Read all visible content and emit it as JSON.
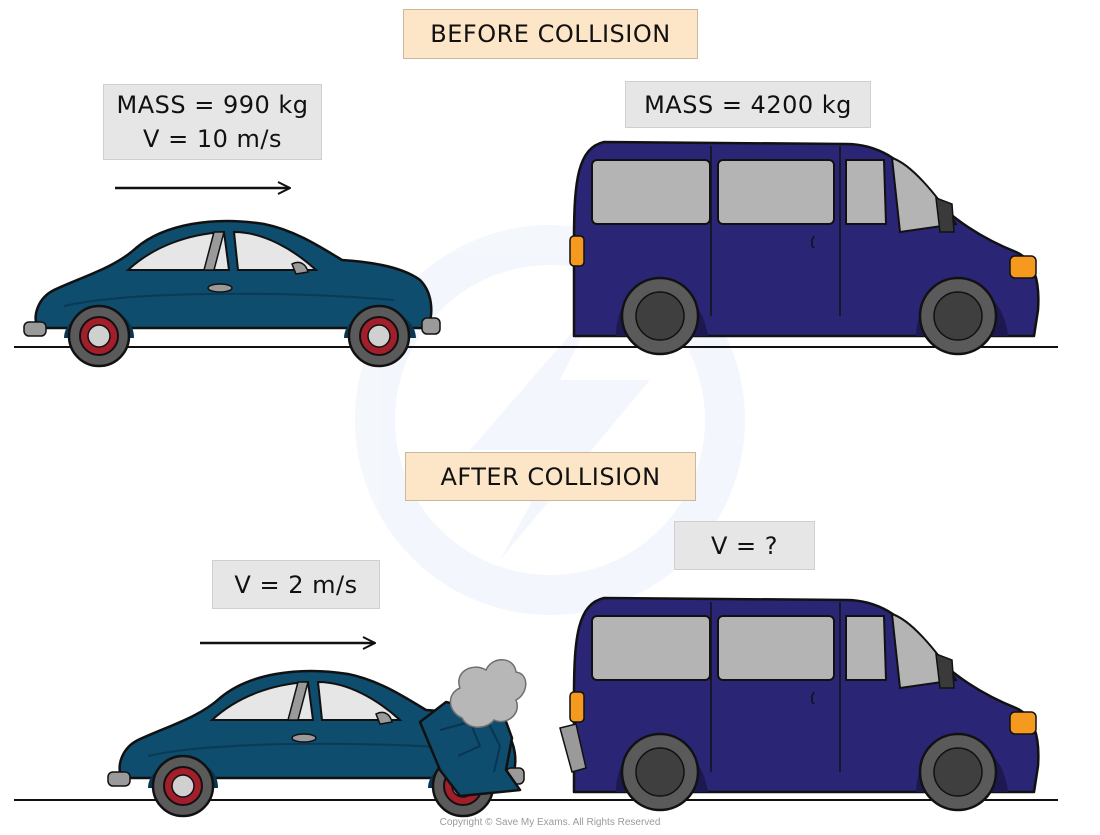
{
  "before": {
    "heading": "BEFORE COLLISION",
    "car_mass": "MASS = 990 kg",
    "car_velocity": "V = 10 m/s",
    "van_mass": "MASS = 4200 kg"
  },
  "after": {
    "heading": "AFTER COLLISION",
    "car_velocity": "V = 2 m/s",
    "van_velocity": "V = ?"
  },
  "footer": {
    "copyright": "Copyright © Save My Exams. All Rights Reserved"
  },
  "colors": {
    "heading_bg": "#fde6c8",
    "label_bg": "#e6e6e6",
    "car_body": "#0e4d6e",
    "van_body": "#2b2575",
    "wheel_rim": "#a31e2b",
    "indicator": "#f59a1e"
  }
}
